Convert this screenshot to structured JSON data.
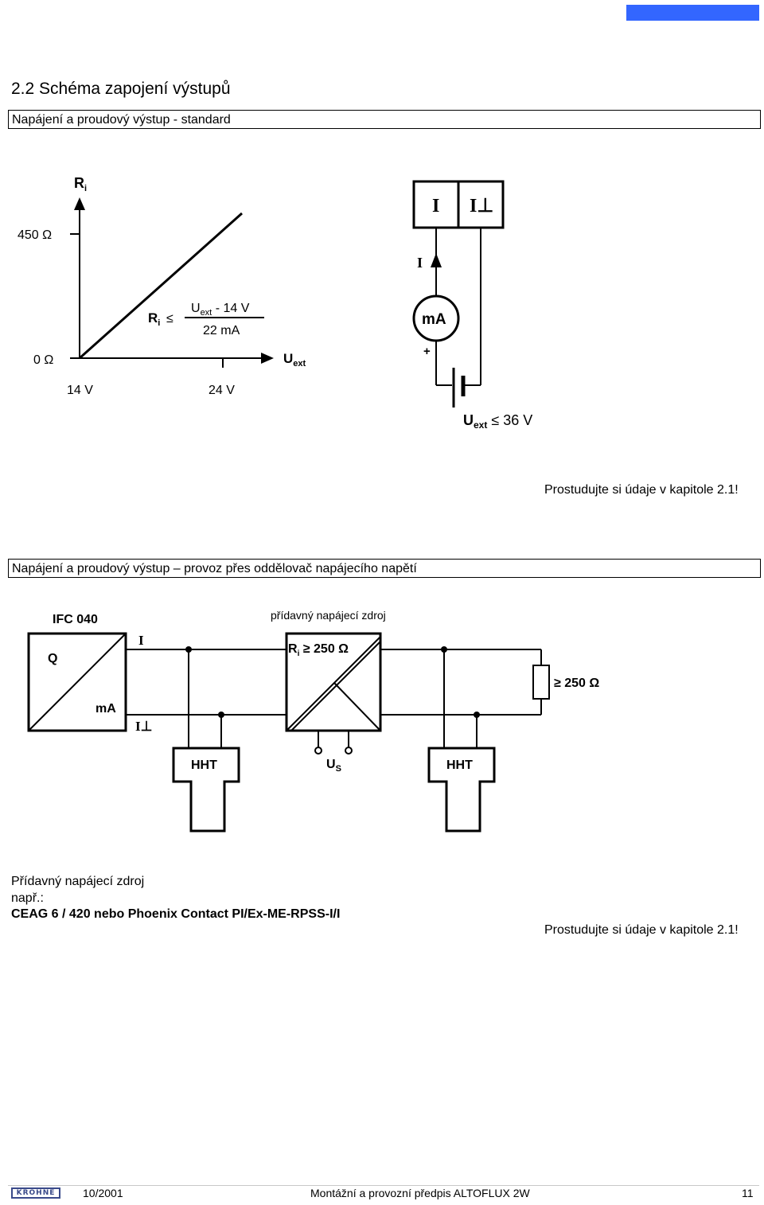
{
  "heading": "2.2 Schéma zapojení výstupů",
  "section1": {
    "title": "Napájení a proudový výstup - standard",
    "graph": {
      "y_axis_label_main": "R",
      "y_axis_label_sub": "i",
      "y_tick_top": "450 Ω",
      "y_tick_bottom": "0 Ω",
      "x_axis_label_main": "U",
      "x_axis_label_sub": "ext",
      "x_tick_left": "14 V",
      "x_tick_right": "24 V",
      "formula_lhs_main": "R",
      "formula_lhs_sub": "i",
      "formula_rel": "≤",
      "formula_num_main": "U",
      "formula_num_sub": "ext",
      "formula_num_rest": " - 14 V",
      "formula_den": "22 mA"
    },
    "circuit": {
      "terminal_left": "I",
      "terminal_right": "I⊥",
      "current_label": "I",
      "meter_label": "mA",
      "plus_label": "+",
      "supply_main": "U",
      "supply_sub": "ext",
      "supply_rest": " ≤ 36 V"
    },
    "note": "Prostudujte si údaje v kapitole 2.1!"
  },
  "section2": {
    "title": "Napájení a proudový výstup – provoz přes oddělovač napájecího napětí",
    "diagram": {
      "device_label": "IFC 040",
      "device_q": "Q",
      "device_ma": "mA",
      "line_i": "I",
      "line_iperp": "I⊥",
      "isolator_caption": "přídavný napájecí zdroj",
      "isolator_main": "R",
      "isolator_sub": "i",
      "isolator_rest": " ≥ 250 Ω",
      "resistor_label": "≥ 250 Ω",
      "hht_left": "HHT",
      "hht_right": "HHT",
      "supply_main": "U",
      "supply_sub": "S"
    },
    "caption_line1": "Přídavný napájecí zdroj",
    "caption_line2": "např.:",
    "caption_line3": "CEAG 6 / 420 nebo Phoenix Contact PI/Ex-ME-RPSS-I/I",
    "note": "Prostudujte si údaje v kapitole 2.1!"
  },
  "footer": {
    "logo": "KROHNE",
    "date": "10/2001",
    "title": "Montážní a provozní předpis ALTOFLUX 2W",
    "page": "11"
  },
  "colors": {
    "topbar": "#3366ff",
    "logo": "#3a4a8a"
  }
}
